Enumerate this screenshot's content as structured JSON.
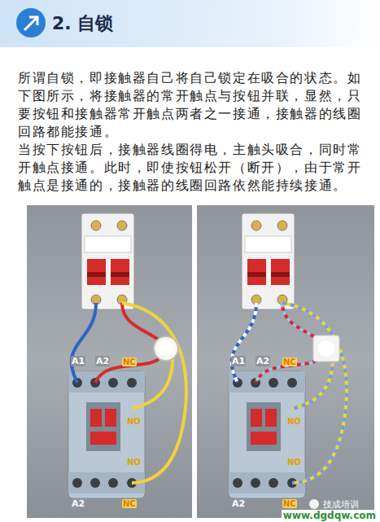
{
  "diagram": {
    "title": "2. 自锁",
    "labels": [
      "所谓自锁，即接触器自己将自己锁定在吸合的状态。如下图所示，将接触器的常开触点与按钮并联，显然，只要按钮和接触器常开触点两者之一接通，接触器的线圈回路都能接通。",
      "当按下按钮后，接触器线圈得电，主触头吸合，同时常开触点接通。此时，即使按钮松开（断开），由于常开触点是接通的，接触器的线圈回路依然能持续接通。",
      "A1",
      "A2",
      "NC",
      "NO",
      "NO",
      "A2",
      "NC",
      "A1",
      "A2",
      "NC",
      "NO",
      "NO",
      "A2",
      "NC",
      "技成培训",
      "www.dgdqw.com"
    ]
  }
}
